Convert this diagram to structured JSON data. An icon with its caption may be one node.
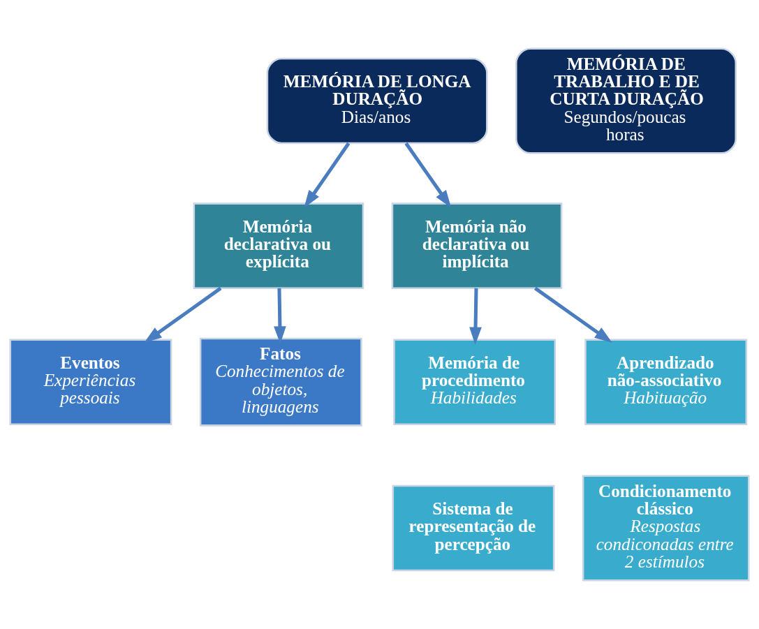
{
  "diagram": {
    "nodes": [
      {
        "text": [
          "MEMÓRIA DE LONGA DURAÇÃO",
          "Dias/anos"
        ]
      },
      {
        "text": [
          "MEMÓRIA DE TRABALHO E DE CURTA DURAÇÃO",
          "Segundos/poucas horas"
        ]
      },
      {
        "text": [
          "Memória declarativa ou explícita"
        ]
      },
      {
        "text": [
          "Memória não declarativa ou implícita"
        ]
      },
      {
        "text": [
          "Eventos",
          "Experiências pessoais"
        ]
      },
      {
        "text": [
          "Fatos",
          "Conhecimentos de objetos, linguagens"
        ]
      },
      {
        "text": [
          "Memória de procedimento",
          "Habilidades"
        ]
      },
      {
        "text": [
          "Aprendizado não-associativo",
          "Habituação"
        ]
      },
      {
        "text": [
          "Sistema de representação de percepção"
        ]
      },
      {
        "text": [
          "Condicionamento clássico",
          "Respostas condiconadas entre 2 estímulos"
        ]
      }
    ],
    "edges": [
      {
        "from": 0,
        "to": 2,
        "arrow": "to"
      },
      {
        "from": 0,
        "to": 3,
        "arrow": "to"
      },
      {
        "from": 2,
        "to": 4,
        "arrow": "to"
      },
      {
        "from": 2,
        "to": 5,
        "arrow": "to"
      },
      {
        "from": 3,
        "to": 6,
        "arrow": "to"
      },
      {
        "from": 3,
        "to": 7,
        "arrow": "to"
      }
    ]
  }
}
